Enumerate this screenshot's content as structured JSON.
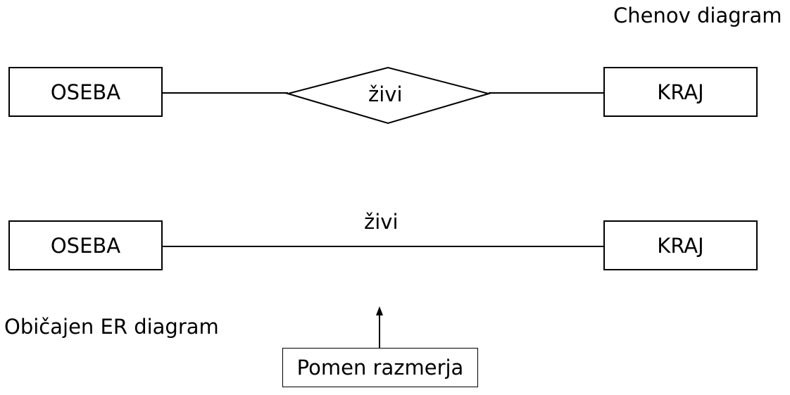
{
  "chen": {
    "title": "Chenov diagram",
    "entity_left": "OSEBA",
    "relationship": "živi",
    "entity_right": "KRAJ"
  },
  "common": {
    "title": "Običajen ER diagram",
    "entity_left": "OSEBA",
    "relationship": "živi",
    "entity_right": "KRAJ"
  },
  "annotation": {
    "label": "Pomen razmerja"
  }
}
